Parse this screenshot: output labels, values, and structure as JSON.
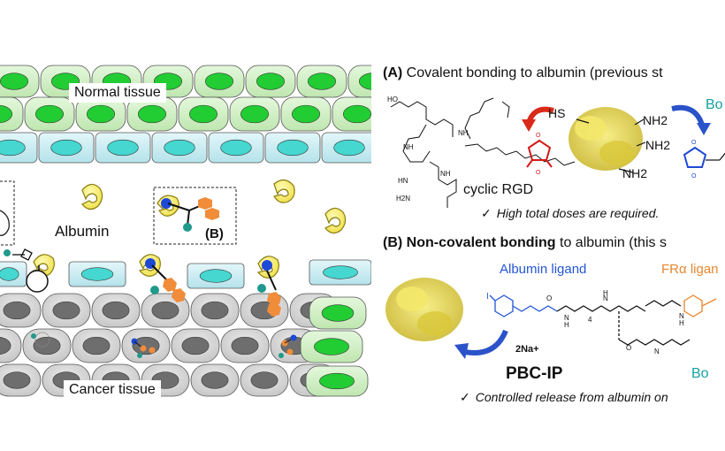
{
  "left_panel": {
    "normal_tissue_label": "Normal tissue",
    "cancer_tissue_label": "Cancer tissue",
    "albumin_label": "Albumin",
    "inset_label": "(B)"
  },
  "panel_a": {
    "letter": "(A)",
    "title": "Covalent bonding to albumin (previous st",
    "thiol_label": "HS",
    "amine_label": "NH2",
    "peptide_name": "cyclic RGD",
    "bottom_text_visible": "Bo",
    "check_mark": "✓",
    "note": "High total doses are required."
  },
  "panel_b": {
    "letter": "(B)",
    "title_bold": "Non-covalent bonding",
    "title_rest": "to albumin (this s",
    "albumin_ligand_label": "Albumin ligand",
    "fr_ligand_label": "FRα ligan",
    "counterion": "2Na+",
    "compound_name": "PBC-IP",
    "bottom_text_visible": "Bo",
    "check_mark": "✓",
    "note": "Controlled release from albumin on",
    "iodo_label": "I",
    "subscript_4": "4"
  },
  "colors": {
    "normal_cell_fill": "#cdeec0",
    "normal_nucleus": "#22cc33",
    "endothelial_fill": "#bfe9ef",
    "endothelial_nucleus": "#45d7d0",
    "cancer_cell_fill": "#d6d6d6",
    "cancer_nucleus": "#6e6e6e",
    "albumin_yellow": "#f4ec6e",
    "ligand_blue": "#1d49d6",
    "ligand_orange": "#f08c3a",
    "ligand_teal": "#1f9a8c",
    "maleimide_red": "#d21b1b",
    "arrow_red": "#d92a1a",
    "arrow_blue": "#2a53c9",
    "label_blue": "#2456d6",
    "label_orange": "#e8862e",
    "label_teal": "#16a0a0"
  }
}
